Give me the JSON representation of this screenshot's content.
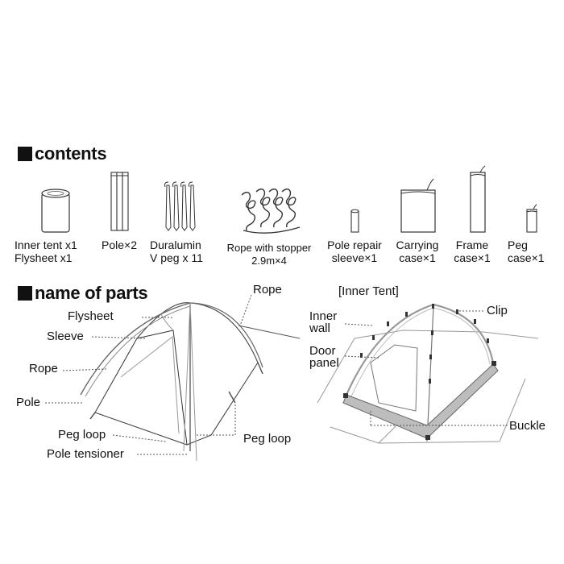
{
  "contents": {
    "title": "contents",
    "items": [
      {
        "lines": [
          "Inner tent x1",
          "Flysheet x1"
        ]
      },
      {
        "lines": [
          "Pole×2"
        ]
      },
      {
        "lines": [
          "Duralumin",
          "V peg x 11"
        ]
      },
      {
        "lines": [
          "Rope with stopper",
          "2.9m×4"
        ]
      },
      {
        "lines": [
          "Pole repair",
          "sleeve×1"
        ]
      },
      {
        "lines": [
          "Carrying",
          "case×1"
        ]
      },
      {
        "lines": [
          "Frame",
          "case×1"
        ]
      },
      {
        "lines": [
          "Peg",
          "case×1"
        ]
      }
    ]
  },
  "parts": {
    "title": "name of parts",
    "outer_labels": {
      "rope": "Rope",
      "flysheet": "Flysheet",
      "sleeve": "Sleeve",
      "rope2": "Rope",
      "pole": "Pole",
      "peg_loop_left": "Peg loop",
      "pole_tensioner": "Pole tensioner",
      "peg_loop_right": "Peg loop"
    },
    "inner": {
      "title": "[Inner Tent]",
      "inner_wall": [
        "Inner",
        "wall"
      ],
      "door_panel": [
        "Door",
        "panel"
      ],
      "clip": "Clip",
      "buckle": "Buckle"
    }
  }
}
